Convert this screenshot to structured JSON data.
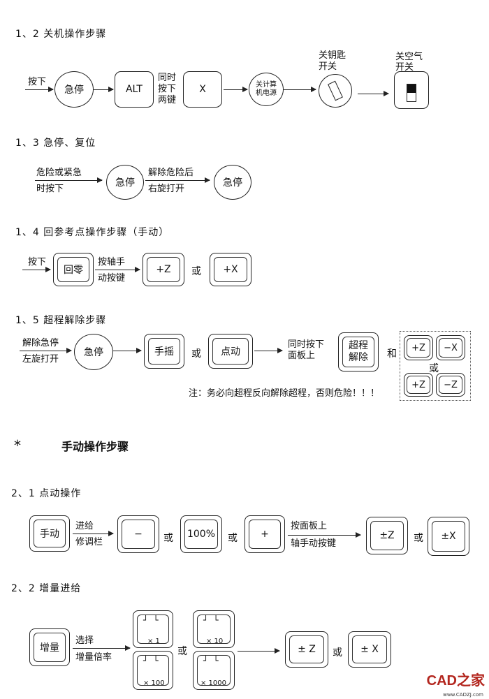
{
  "s12": {
    "title": "1、2 关机操作步骤",
    "press": "按下",
    "estop": "急停",
    "alt": "ALT",
    "simul": [
      "同时",
      "按下",
      "两键"
    ],
    "x": "X",
    "pc_off": [
      "关计算",
      "机电源"
    ],
    "key_switch": [
      "关钥匙",
      "开关"
    ],
    "air_switch": [
      "关空气",
      "开关"
    ]
  },
  "s13": {
    "title": "1、3 急停、复位",
    "cond": [
      "危险或紧急",
      "时按下"
    ],
    "estop1": "急停",
    "release": [
      "解除危险后",
      "右旋打开"
    ],
    "estop2": "急停"
  },
  "s14": {
    "title": "1、4 回参考点操作步骤（手动）",
    "press": "按下",
    "home": "回零",
    "axis": [
      "按轴手",
      "动按键"
    ],
    "pz": "+Z",
    "or": "或",
    "px": "+X"
  },
  "s15": {
    "title": "1、5 超程解除步骤",
    "release": [
      "解除急停",
      "左旋打开"
    ],
    "estop": "急停",
    "mpg": "手摇",
    "or1": "或",
    "jog": "点动",
    "simul": [
      "同时按下",
      "面板上"
    ],
    "overtravel": [
      "超程",
      "解除"
    ],
    "and": "和",
    "k1": "+Z",
    "k2": "−X",
    "or2": "或",
    "k3": "+Z",
    "k4": "−Z",
    "note": "注：务必向超程反向解除超程，否则危险！！！"
  },
  "manual": {
    "star": "*",
    "title": "手动操作步骤"
  },
  "s21": {
    "title": "2、1 点动操作",
    "manual": "手动",
    "feed": [
      "进给",
      "修调栏"
    ],
    "minus": "−",
    "or1": "或",
    "p100": "100%",
    "or2": "或",
    "plus": "+",
    "panel": [
      "按面板上",
      "轴手动按键"
    ],
    "pmz": "±Z",
    "or3": "或",
    "pmx": "±X"
  },
  "s22": {
    "title": "2、2 增量进给",
    "inc": "增量",
    "select": [
      "选择",
      "增量倍率"
    ],
    "x1": "× 1",
    "x10": "× 10",
    "x100": "× 100",
    "x1000": "× 1000",
    "or1": "或",
    "or2": "或",
    "pmz": "± Z",
    "or3": "或",
    "pmx": "± X"
  },
  "logo": {
    "text": "CAD之家",
    "url": "www.CADZJ.com"
  }
}
